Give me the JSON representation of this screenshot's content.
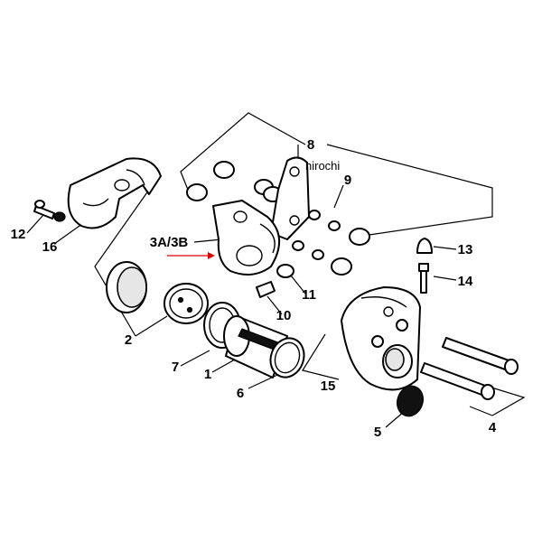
{
  "diagram": {
    "callouts": {
      "c1": "1",
      "c2": "2",
      "c3": "3A/3B",
      "c4": "4",
      "c5": "5",
      "c6": "6",
      "c7": "7",
      "c8": "8",
      "c9": "9",
      "c10": "10",
      "c11": "11",
      "c12": "12",
      "c13": "13",
      "c14": "14",
      "c15": "15",
      "c16": "16"
    },
    "watermark": "hirochi",
    "colors": {
      "line": "#000000",
      "background": "#ffffff",
      "arrow": "#e00000",
      "shade": "#e6e6e6"
    }
  }
}
